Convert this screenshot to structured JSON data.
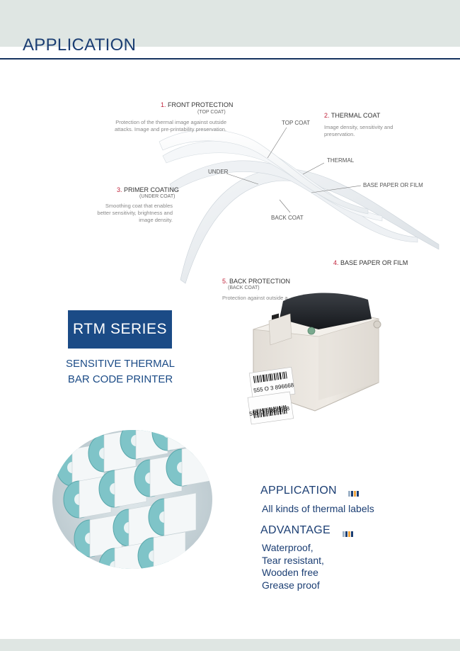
{
  "header": {
    "title": "APPLICATION"
  },
  "diagram": {
    "front_protection": {
      "num": "1.",
      "title": "FRONT PROTECTION",
      "sub": "(TOP COAT)",
      "desc": "Protection of the thermal image against outside attacks. Image and pre-printability preservation."
    },
    "thermal_coat": {
      "num": "2.",
      "title": "THERMAL COAT",
      "desc": "Image density, sensitivity and preservation."
    },
    "primer_coating": {
      "num": "3.",
      "title": "PRIMER COATING",
      "sub": "(UNDER COAT)",
      "desc": "Smoothing coat that enables better sensitivity, brightness and image density."
    },
    "base_paper": {
      "num": "4.",
      "title": "BASE PAPER OR FILM"
    },
    "back_protection": {
      "num": "5.",
      "title": "BACK PROTECTION",
      "sub": "(BACK COAT)",
      "desc": "Protection against outside a"
    },
    "layer_labels": {
      "top_coat": "TOP COAT",
      "thermal": "THERMAL",
      "under": "UNDER",
      "base_paper": "BASE PAPER OR FILM",
      "back_coat": "BACK COAT"
    }
  },
  "product": {
    "series": "RTM SERIES",
    "subtitle_line1": "SENSITIVE THERMAL",
    "subtitle_line2": "BAR CODE PRINTER",
    "label_text_1": "555 O 3 896668",
    "label_text_2": "555 O 3 896668"
  },
  "application": {
    "heading": "APPLICATION",
    "text": "All kinds of thermal labels"
  },
  "advantage": {
    "heading": "ADVANTAGE",
    "items": [
      "Waterproof,",
      "Tear resistant,",
      "Wooden free",
      "Grease proof"
    ]
  },
  "colors": {
    "brand_blue": "#1b3e73",
    "box_blue": "#1b4b86",
    "band_gray": "#dfe6e3",
    "accent_red": "#c0233b"
  }
}
